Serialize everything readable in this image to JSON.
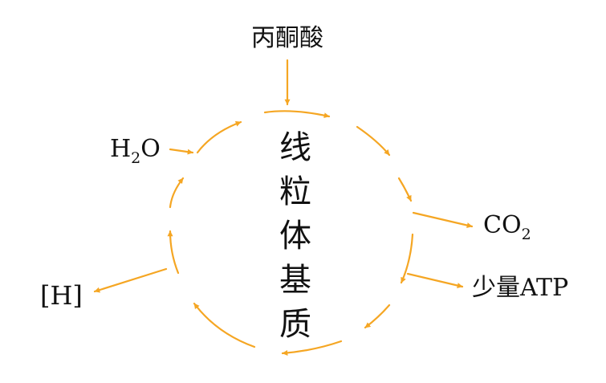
{
  "diagram": {
    "title_chars": [
      "线",
      "粒",
      "体",
      "基",
      "质"
    ],
    "inputs": {
      "pyruvate": "丙酮酸",
      "water_main": "H",
      "water_sub": "2",
      "water_tail": "O"
    },
    "outputs": {
      "co2_main": "CO",
      "co2_sub": "2",
      "atp": "少量ATP",
      "nadh": "[H]"
    },
    "colors": {
      "arrow": "#F5A623",
      "text": "#111111"
    }
  }
}
